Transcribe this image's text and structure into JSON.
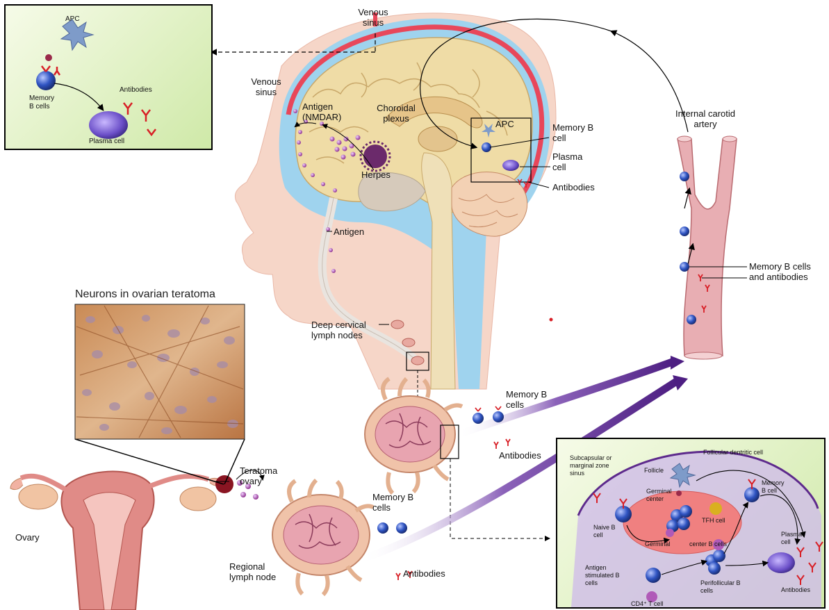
{
  "labels": {
    "venous_sinus_top": "Venous sinus",
    "venous_sinus_left": "Venous sinus",
    "antigen_nmdar": "Antigen (NMDAR)",
    "choroidal_plexus": "Choroidal plexus",
    "herpes": "Herpes",
    "apc_brain": "APC",
    "memory_b_cell_brain": "Memory B cell",
    "plasma_cell_brain": "Plasma cell",
    "antibodies_brain": "Antibodies",
    "internal_carotid": "Internal carotid artery",
    "memory_b_cells_and_antibodies": "Memory B cells and antibodies",
    "antigen_neck": "Antigen",
    "deep_cervical_nodes": "Deep cervical lymph nodes",
    "neurons_title": "Neurons in ovarian teratoma",
    "memory_b_cells_upper": "Memory B cells",
    "antibodies_upper": "Antibodies",
    "memory_b_cells_lower": "Memory B cells",
    "antibodies_lower": "Antibodies",
    "teratoma_ovary": "Teratoma ovary",
    "ovary": "Ovary",
    "regional_lymph_node": "Regional lymph node"
  },
  "top_inset": {
    "apc": "APC",
    "memory_b_cells": "Memory B cells",
    "antibodies": "Antibodies",
    "plasma_cell": "Plasma cell"
  },
  "germinal_inset": {
    "follicular_dendritic": "Follicular dentritic cell",
    "subcapsular": "Subcapsular or marginal zone sinus",
    "follicle": "Follicle",
    "germinal_center": "Germinal center",
    "tfh_cell": "TFH cell",
    "memory_b_cell": "Memory B cell",
    "naive_b_cell": "Naive B cell",
    "germinal_center_b_cells_left": "Germinal",
    "germinal_center_b_cells_right": "center B cells",
    "plasma_cell": "Plasma cell",
    "antigen_stimulated": "Antigen stimulated B cells",
    "perifollicular": "Perifollicular B cells",
    "antibodies": "Antibodies",
    "cd4_t_cell": "CD4⁺ T cell"
  },
  "colors": {
    "skin": "#f6d6c8",
    "csf": "#9fd3ee",
    "dura": "#e8475a",
    "brain": "#efdca6",
    "artery": "#e8aeb3",
    "panel_green": "#d6ecb3",
    "b_cell": "#2c4fb8",
    "antibody": "#d81f26",
    "arrow_purple": "#5d2a8c"
  }
}
